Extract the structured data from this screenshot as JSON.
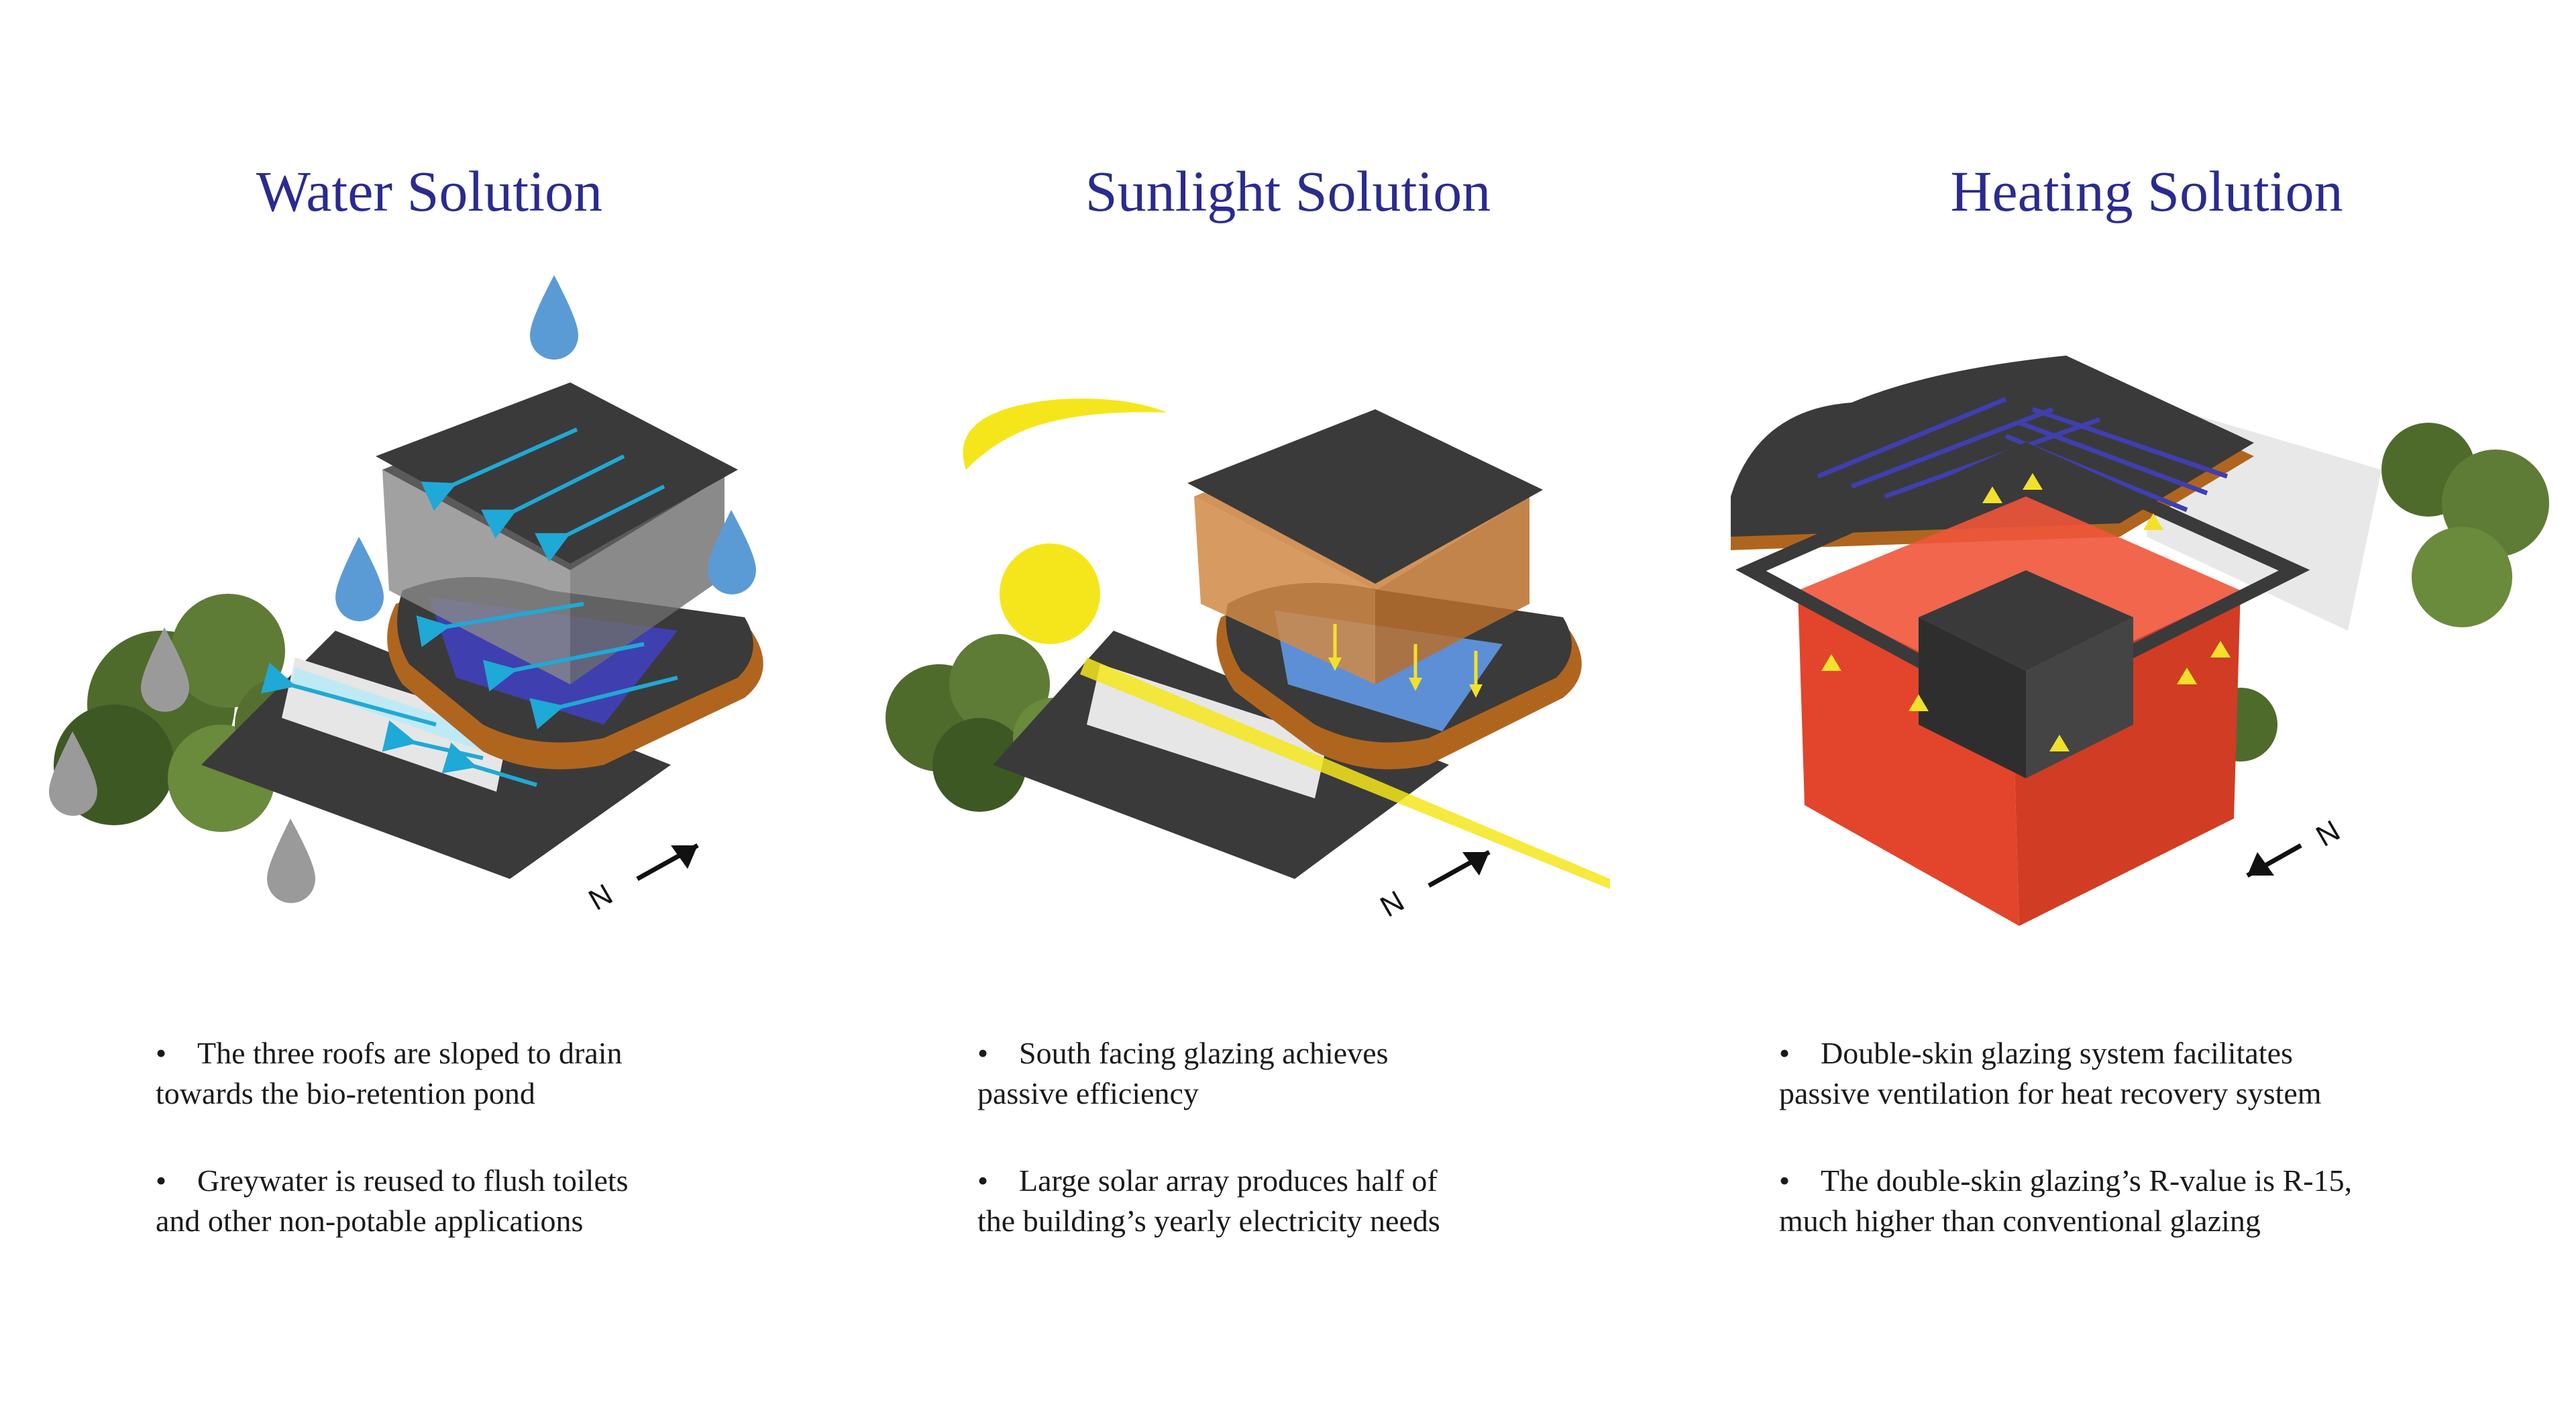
{
  "panels": [
    {
      "title": "Water Solution",
      "bullets": [
        {
          "line1": "The three roofs are sloped to drain",
          "line2": "towards the bio-retention pond"
        },
        {
          "line1": "Greywater is reused to flush toilets",
          "line2": "and other non-potable applications"
        }
      ]
    },
    {
      "title": "Sunlight Solution",
      "bullets": [
        {
          "line1": "South facing glazing achieves",
          "line2": "passive efficiency"
        },
        {
          "line1": "Large solar array produces half of",
          "line2": "the building’s yearly electricity needs"
        }
      ]
    },
    {
      "title": "Heating Solution",
      "bullets": [
        {
          "line1": "Double-skin glazing system facilitates",
          "line2": "passive ventilation for heat recovery system"
        },
        {
          "line1": "The double-skin glazing’s R-value is R-15,",
          "line2": "much higher than conventional glazing"
        }
      ]
    }
  ],
  "north_label": "N",
  "bullet_glyph": "•",
  "colors": {
    "title": "#2a2b8f",
    "roof": "#3a3a3a",
    "water_arrow": "#1fa9d6",
    "raindrop_blue": "#5b9bd5",
    "raindrop_grey": "#9a9a9a",
    "solar_panel": "#3f5fc9",
    "sun": "#f5e61c",
    "timber": "#b0651f",
    "heat_glass": "#e2452b",
    "heat_arrow": "#f2e12a"
  },
  "icons": [
    "raindrop-icon",
    "sun-icon",
    "north-arrow-icon",
    "flow-arrow-icon"
  ]
}
